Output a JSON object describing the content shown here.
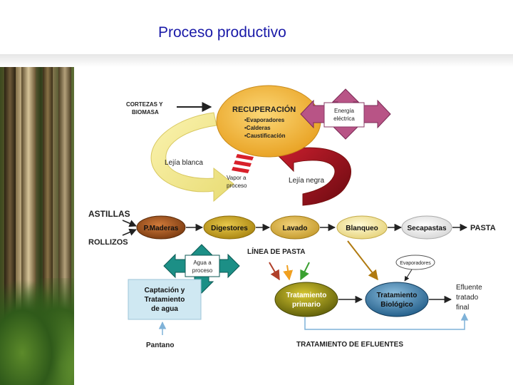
{
  "title": "Proceso productivo",
  "diagram": {
    "cortezas": "CORTEZAS Y",
    "biomasa": "BIOMASA",
    "recuperacion": {
      "title": "RECUPERACIÓN",
      "items": [
        "•Evaporadores",
        "•Calderas",
        "•Caustificación"
      ]
    },
    "energia": [
      "Energía",
      "eléctrica"
    ],
    "lejia_blanca": "Lejía blanca",
    "lejia_negra": "Lejía negra",
    "vapor": [
      "Vapor a",
      "proceso"
    ],
    "astillas": "ASTILLAS",
    "rollizos": "ROLLIZOS",
    "chain": [
      "P.Maderas",
      "Digestores",
      "Lavado",
      "Blanqueo",
      "Secapastas"
    ],
    "pasta": "PASTA",
    "linea_pasta": "LÍNEA DE PASTA",
    "agua_proceso": [
      "Agua a",
      "proceso"
    ],
    "captacion": [
      "Captación y",
      "Tratamiento",
      "de agua"
    ],
    "evaporadores_small": "Evaporadores",
    "trat_primario": [
      "Tratamiento",
      "primario"
    ],
    "trat_biologico": [
      "Tratamiento",
      "Biológico"
    ],
    "efluente": [
      "Efluente",
      "tratado",
      "final"
    ],
    "pantano": "Pantano",
    "trat_efluentes": "TRATAMIENTO DE EFLUENTES"
  },
  "colors": {
    "title": "#1a1aa8",
    "recuperacion_fill": "#f2b233",
    "pmaderas": "#a0521c",
    "digestores": "#c8a424",
    "lavado": "#d8b24a",
    "blanqueo": "#f3e6a0",
    "secapastas": "#f2f2f2",
    "energia_arrow": "#b85486",
    "agua_arrow": "#1c8f86",
    "captacion_fill": "#c9e6f0",
    "trat_primario": "#8a8a14",
    "trat_biologico": "#3c7ca4",
    "lejia_negra": "#a01820",
    "lejia_blanca": "#f5e88a"
  }
}
